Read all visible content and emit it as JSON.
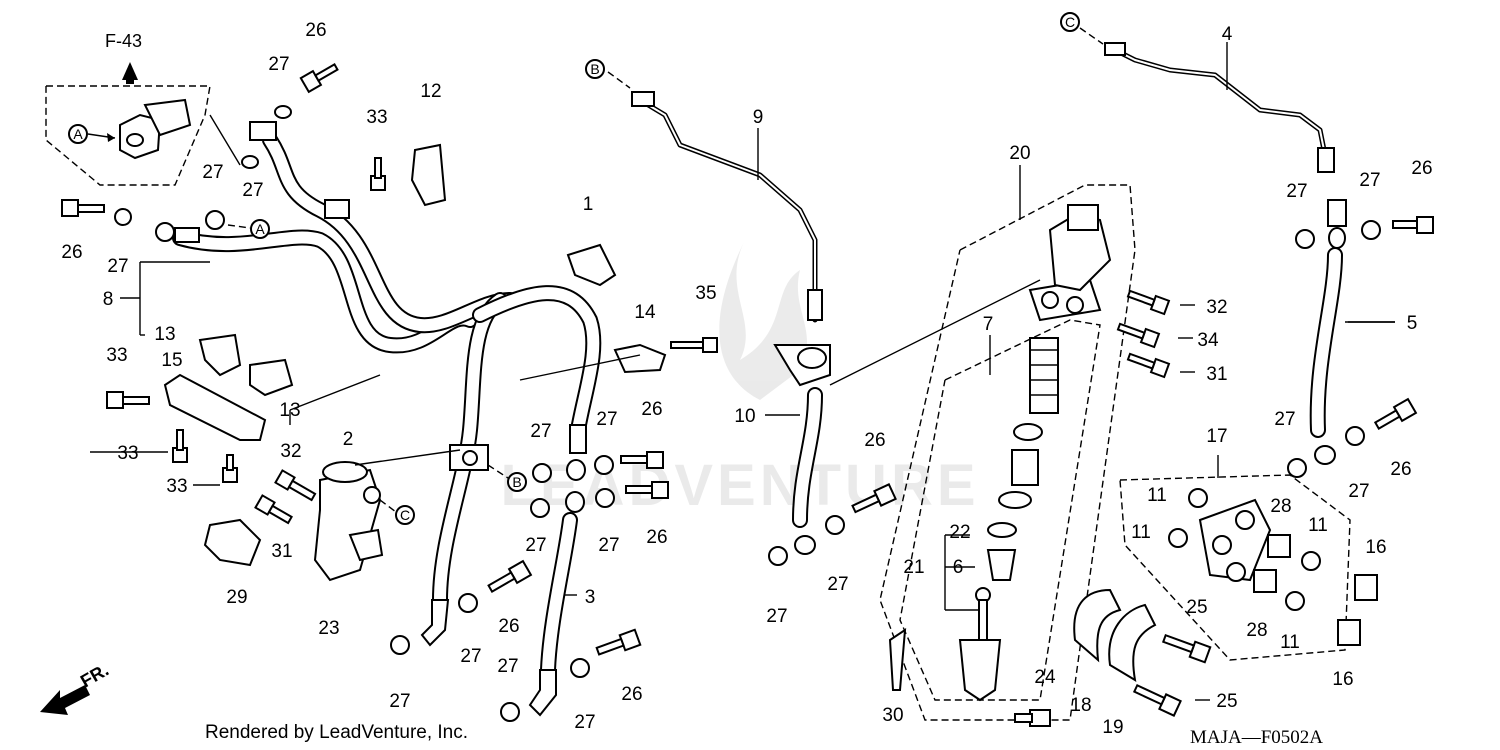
{
  "labels": {
    "p1": "1",
    "p2": "2",
    "p3": "3",
    "p4": "4",
    "p5": "5",
    "p6": "6",
    "p7": "7",
    "p8": "8",
    "p9": "9",
    "p10": "10",
    "p11": "11",
    "p12": "12",
    "p13": "13",
    "p14": "14",
    "p15": "15",
    "p16": "16",
    "p17": "17",
    "p18": "18",
    "p19": "19",
    "p20": "20",
    "p21": "21",
    "p22": "22",
    "p23": "23",
    "p24": "24",
    "p25": "25",
    "p26": "26",
    "p27": "27",
    "p28": "28",
    "p29": "29",
    "p30": "30",
    "p31": "31",
    "p32": "32",
    "p33": "33",
    "p34": "34",
    "p35": "35"
  },
  "refs": {
    "a": "A",
    "b": "B",
    "c": "C"
  },
  "frame_ref": "F-43",
  "front_label": "FR.",
  "credit": "Rendered by LeadVenture, Inc.",
  "diagram_code": "MAJA—F0502A",
  "watermark": "LEADVENTURE"
}
